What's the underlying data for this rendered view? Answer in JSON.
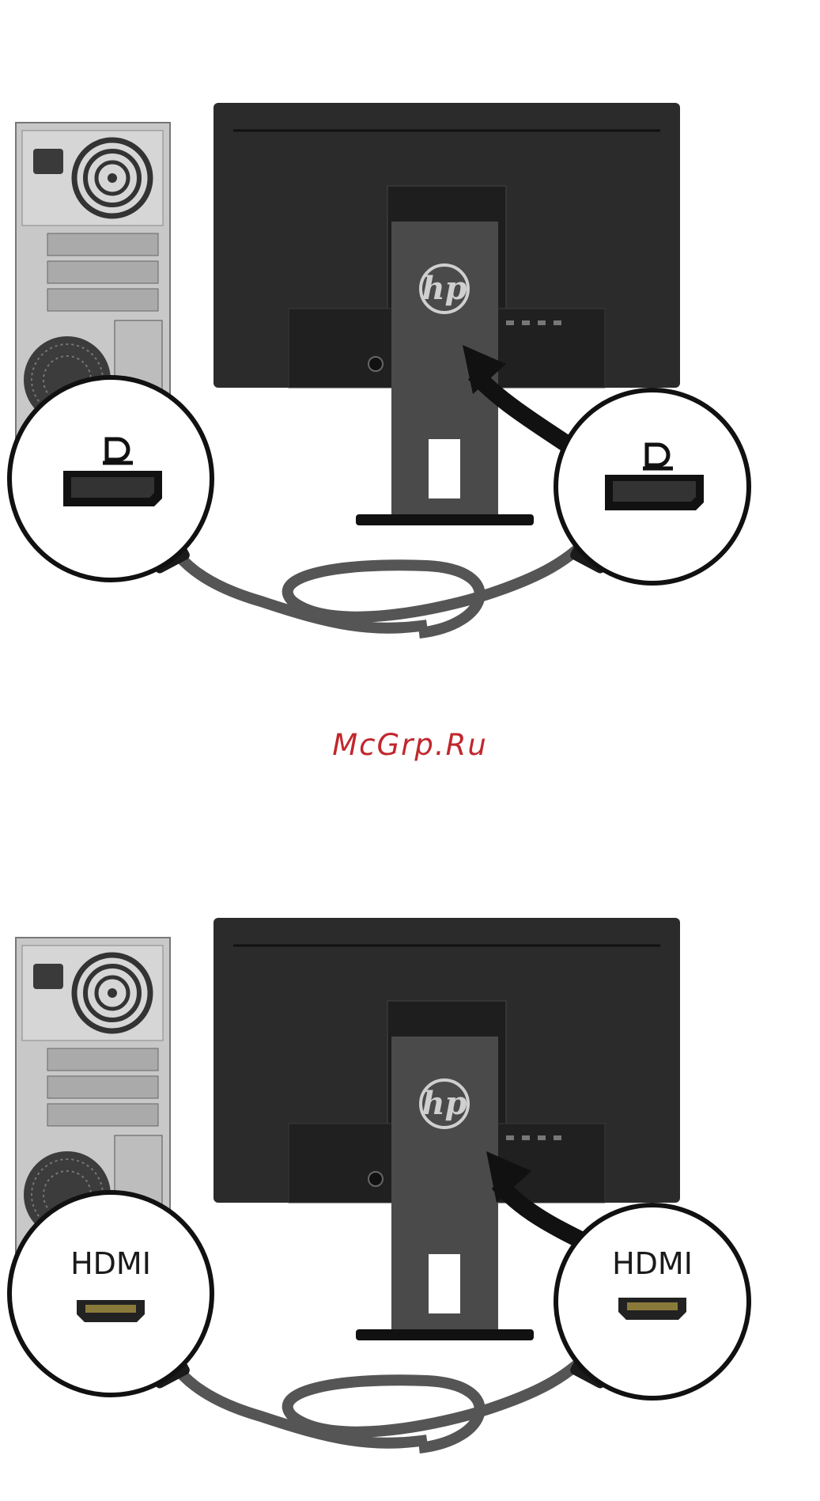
{
  "watermark": {
    "text": "McGrp.Ru",
    "color": "#c0272d"
  },
  "panels": [
    {
      "id": "displayport",
      "connector": "displayport",
      "connector_icon": "displayport-icon",
      "label": ""
    },
    {
      "id": "hdmi",
      "connector": "hdmi",
      "connector_icon": "hdmi-port-icon",
      "label": "HDMI"
    }
  ],
  "monitor": {
    "brand_logo": "hp"
  },
  "colors": {
    "monitor_body": "#2b2b2b",
    "stand": "#4a4a4a",
    "cable": "#555555",
    "arrow": "#111111",
    "callout_ring": "#111111",
    "tower_case": "#c8c8c8"
  }
}
